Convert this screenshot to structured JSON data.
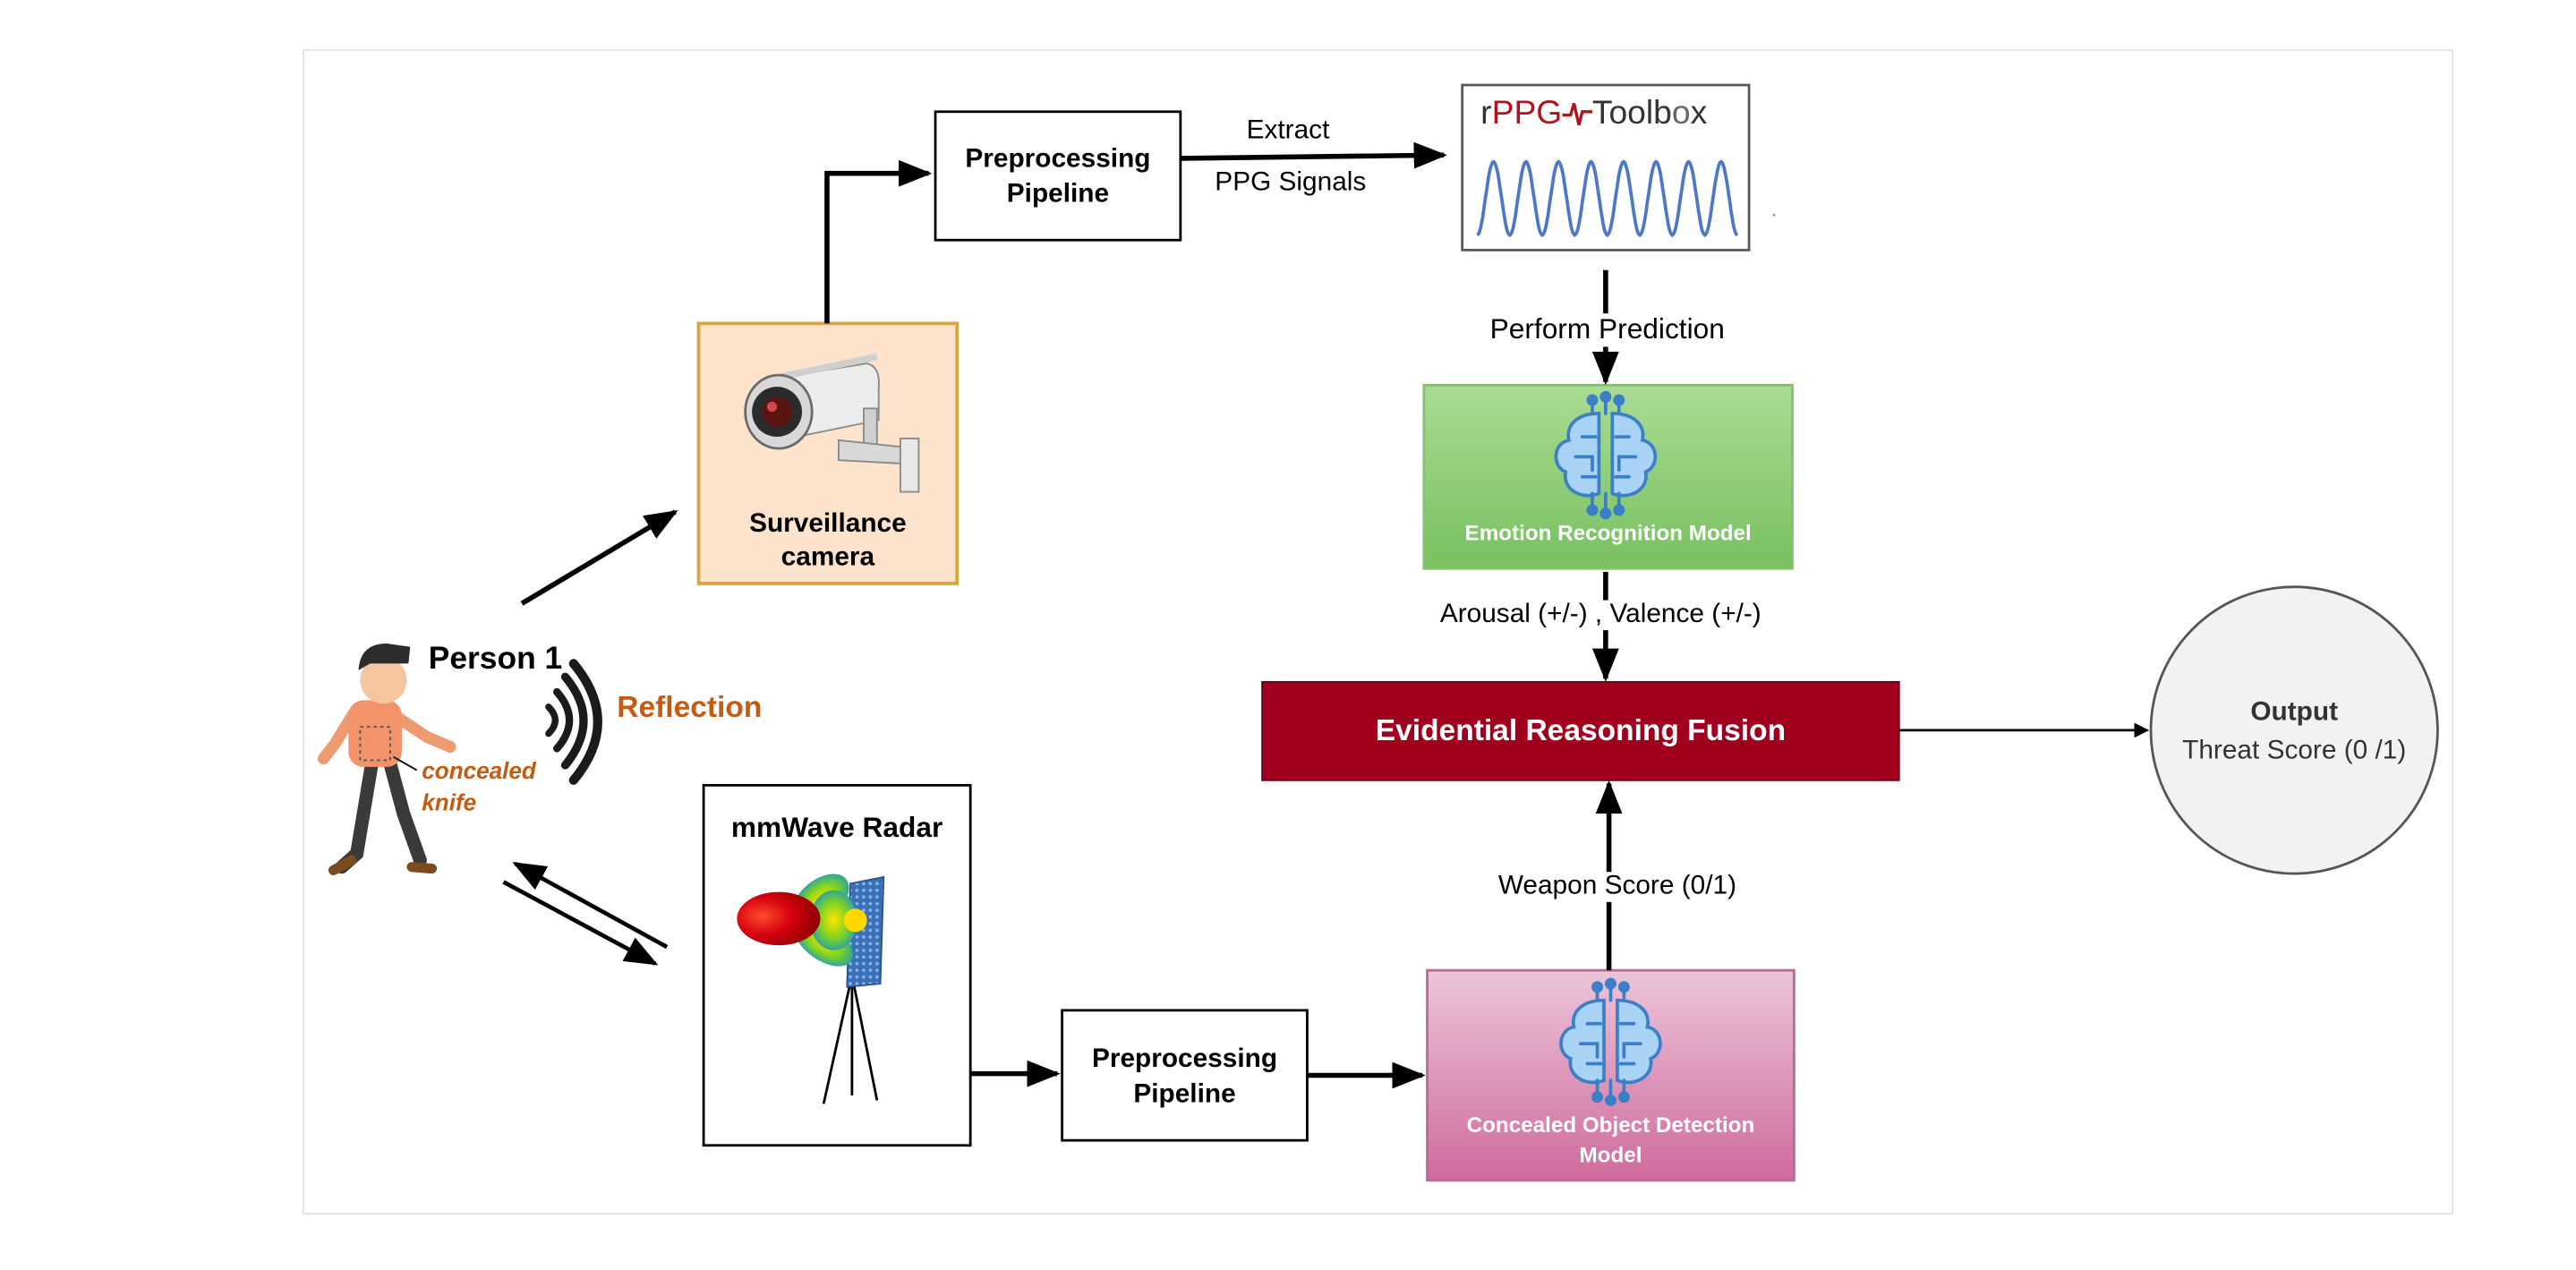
{
  "colors": {
    "camera_fill": "#fde3cc",
    "camera_border": "#d6a640",
    "emotion_fill_top": "#a9dc94",
    "emotion_fill_bottom": "#78c060",
    "emotion_border": "#86bf6e",
    "concealed_fill_top": "#ecc5da",
    "concealed_fill_bottom": "#cf6b9d",
    "concealed_border": "#b86a94",
    "fusion_fill": "#a0001e",
    "output_fill": "#f2f2f2",
    "output_border": "#555555",
    "wave": "#4d78c8",
    "reflection_text": "#c55a11",
    "brain_icon": "#3a7fc8"
  },
  "person": {
    "label": "Person 1",
    "item_line1": "concealed",
    "item_line2": "knife",
    "reflection": "Reflection"
  },
  "camera": {
    "label_line1": "Surveillance",
    "label_line2": "camera",
    "icon": "cctv-camera-icon"
  },
  "preproc_top": {
    "line1": "Preprocessing",
    "line2": "Pipeline"
  },
  "extract": {
    "line1": "Extract",
    "line2": "PPG Signals"
  },
  "toolbox": {
    "r": "r",
    "ppg": "PPG",
    "tool": "Toolb",
    "o": "o",
    "x": "x",
    "icon": "sine-wave-icon"
  },
  "perform_prediction": "Perform Prediction",
  "emotion_model": {
    "label": "Emotion Recognition Model",
    "icon": "brain-circuit-icon"
  },
  "arousal_valence": "Arousal (+/-) , Valence (+/-)",
  "fusion": "Evidential Reasoning Fusion",
  "weapon_score": "Weapon Score (0/1)",
  "radar": {
    "label": "mmWave Radar",
    "icon": "radar-radiation-pattern-icon"
  },
  "preproc_bottom": {
    "line1": "Preprocessing",
    "line2": "Pipeline"
  },
  "concealed_model": {
    "line1": "Concealed Object Detection",
    "line2": "Model",
    "icon": "brain-circuit-icon"
  },
  "output": {
    "title": "Output",
    "value": "Threat Score (0 /1)"
  }
}
